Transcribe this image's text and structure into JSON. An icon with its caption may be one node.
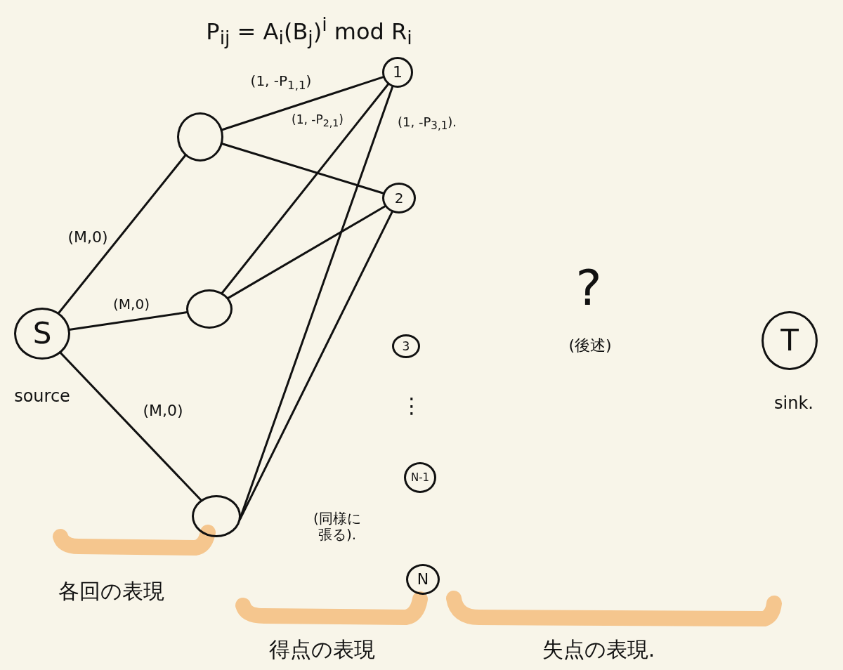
{
  "diagram": {
    "nodes": [
      {
        "text": [
          "S"
        ],
        "beside": [
          "source"
        ]
      },
      {
        "text": [],
        "shape": "circle"
      },
      {
        "text": [],
        "shape": "circle"
      },
      {
        "text": [],
        "shape": "circle"
      },
      {
        "text": [
          "1"
        ]
      },
      {
        "text": [
          "2"
        ]
      },
      {
        "text": [
          "3"
        ]
      },
      {
        "text": [
          "N-1"
        ]
      },
      {
        "text": [
          "N"
        ]
      },
      {
        "text": [
          "T"
        ],
        "beside": [
          "sink."
        ]
      }
    ],
    "edges": [
      {
        "from": 0,
        "to": 1,
        "arrow": "none",
        "label": "(M,0)"
      },
      {
        "from": 0,
        "to": 2,
        "arrow": "none",
        "label": "(M,0)"
      },
      {
        "from": 0,
        "to": 3,
        "arrow": "none",
        "label": "(M,0)"
      },
      {
        "from": 1,
        "to": 4,
        "arrow": "none",
        "label": "(1, -P$_{1,1}$)"
      },
      {
        "from": 1,
        "to": 5,
        "arrow": "none"
      },
      {
        "from": 2,
        "to": 4,
        "arrow": "none",
        "label": "(1, -P$_{2,1}$)"
      },
      {
        "from": 2,
        "to": 5,
        "arrow": "none"
      },
      {
        "from": 3,
        "to": 4,
        "arrow": "none",
        "label": "(1, -P$_{3,1}$)."
      },
      {
        "from": 3,
        "to": 5,
        "arrow": "none"
      }
    ],
    "labels": [
      "P$_{ij}$ = A$_{i}$(B$_{j}$)$^{i}$ mod R$_{i}$",
      "?",
      "(後述)",
      "⋮",
      "(同様に張る).",
      "各回の表現",
      "得点の表現",
      "失点の表現."
    ]
  }
}
